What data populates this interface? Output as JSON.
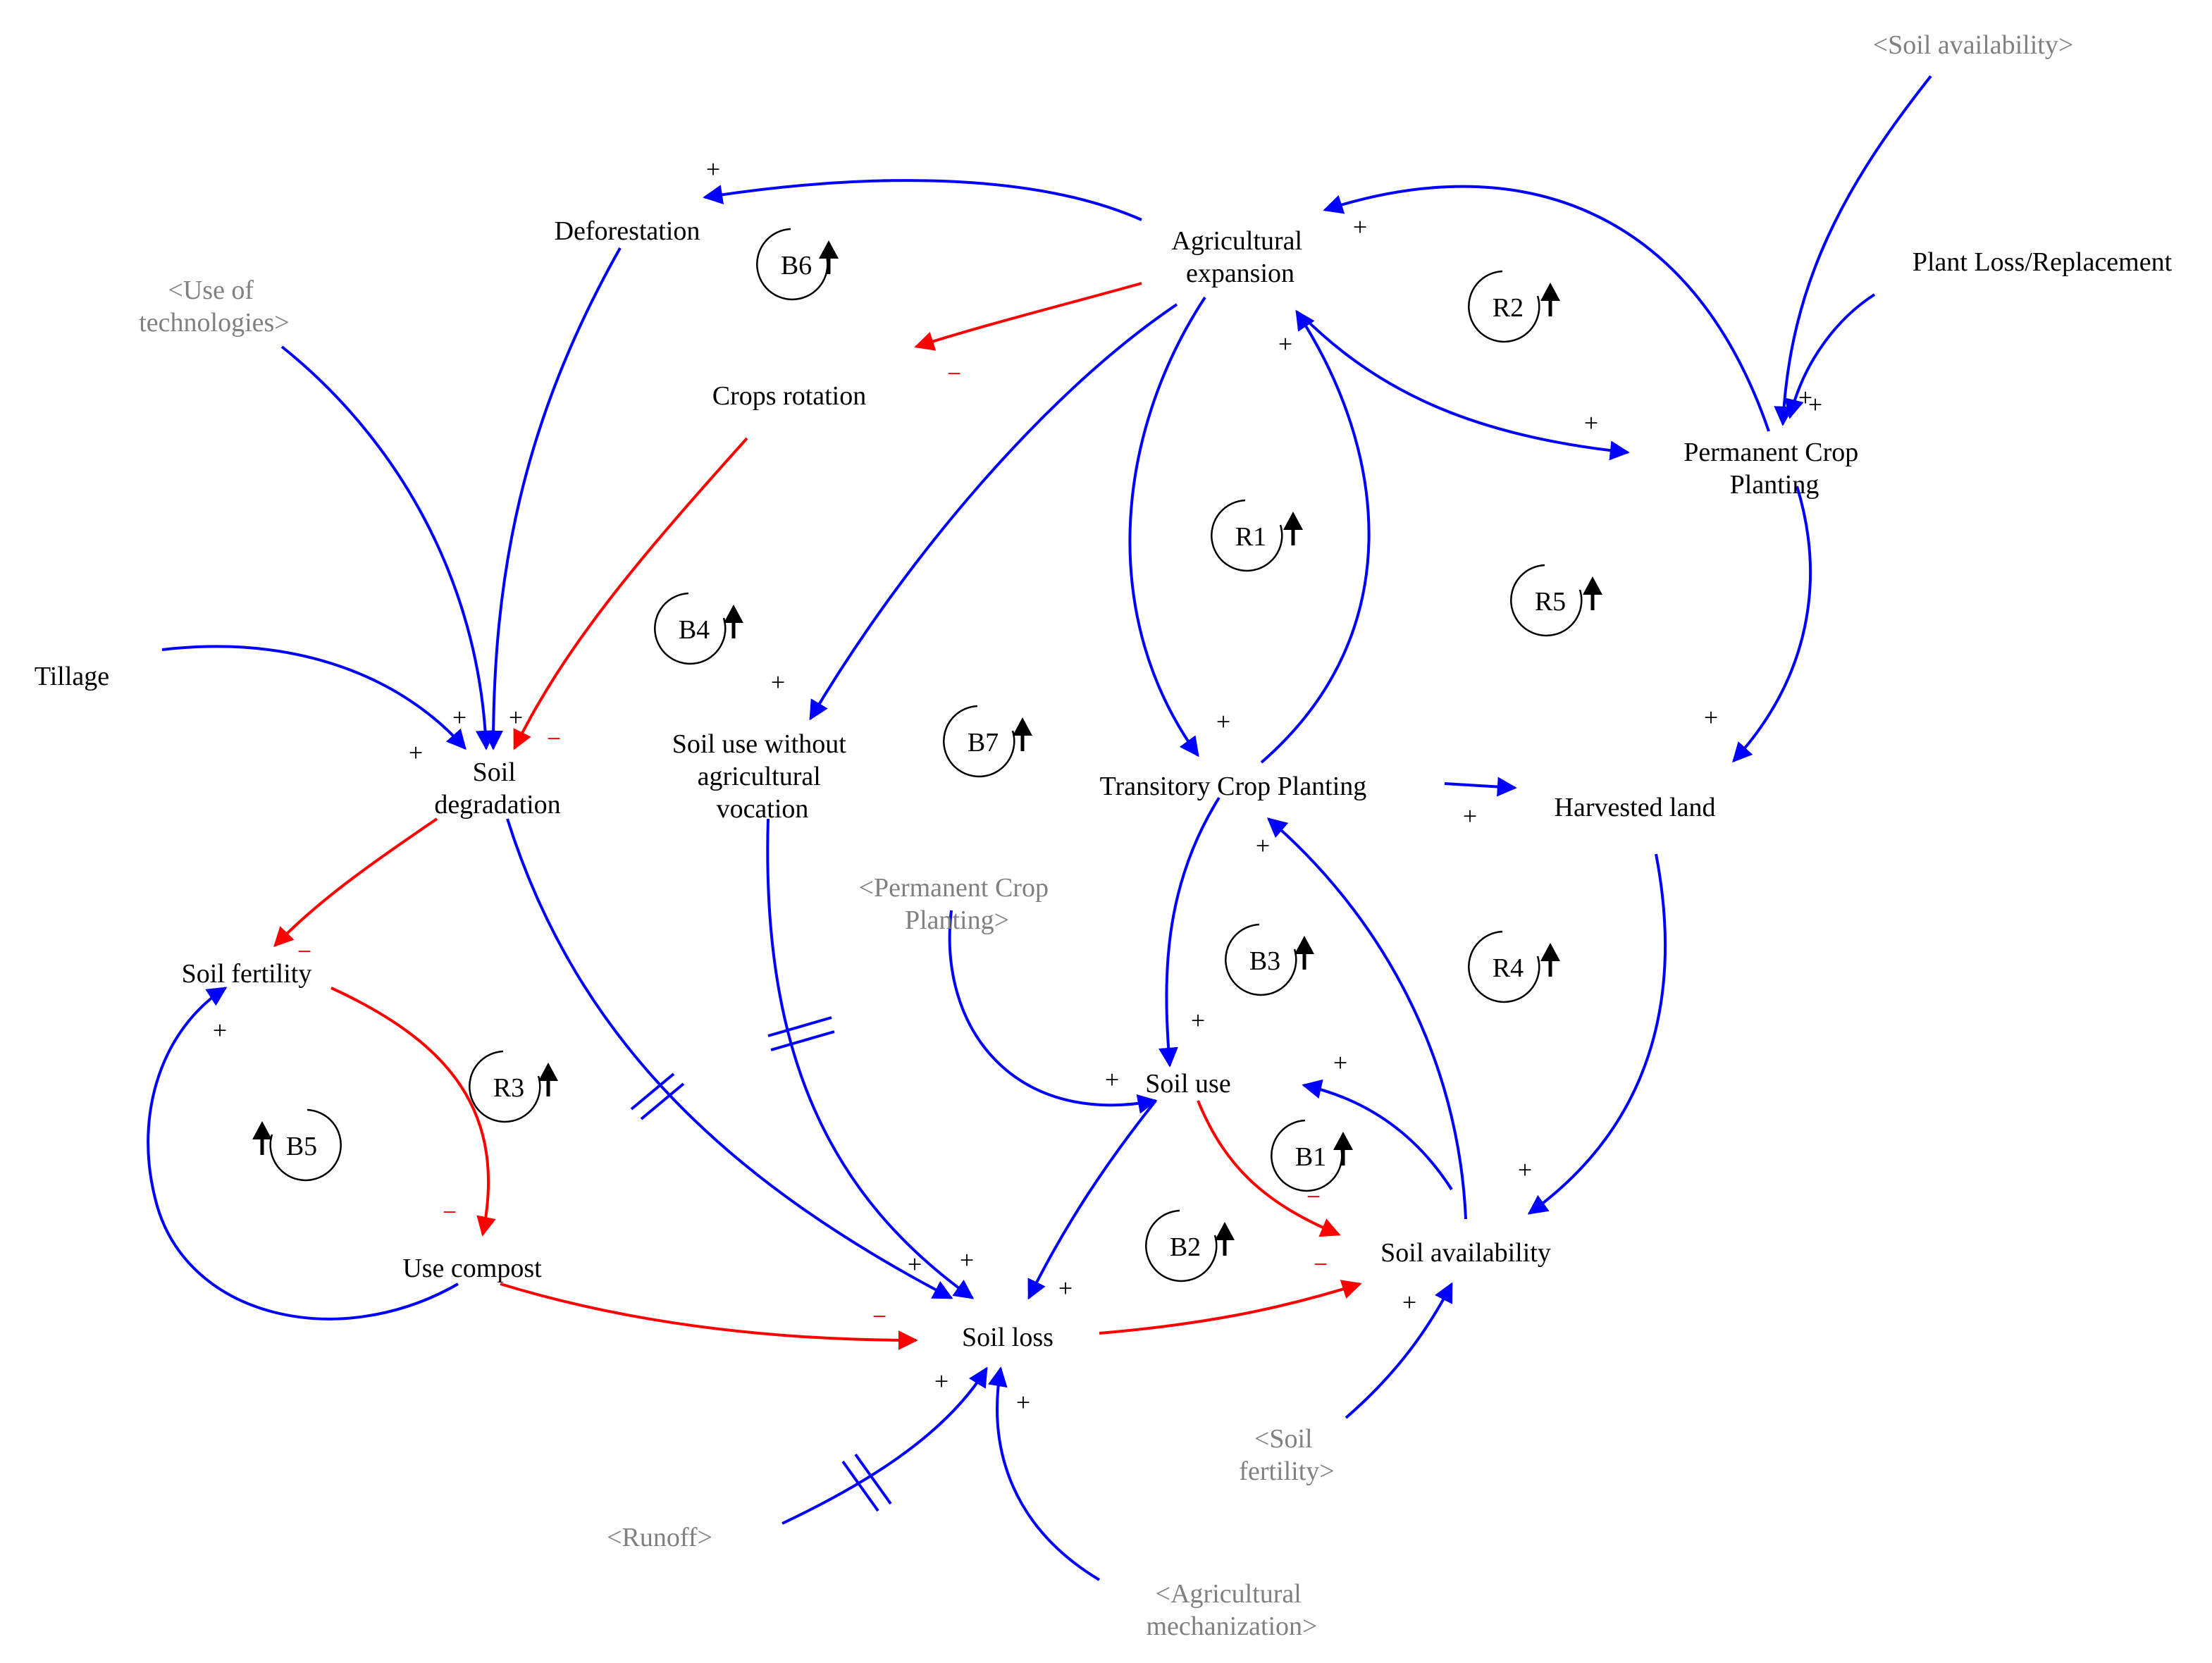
{
  "colors": {
    "positive_link": "#0000ff",
    "negative_link": "#ff0000",
    "variable_text": "#000000",
    "shadow_variable_text": "#808080",
    "loop_marker": "#000000"
  },
  "variables": {
    "soil_availability_shadow_top": "<Soil availability>",
    "deforestation": "Deforestation",
    "agricultural_expansion": [
      "Agricultural",
      "expansion"
    ],
    "plant_loss_replacement": "Plant Loss/Replacement",
    "use_of_technologies_shadow": [
      "<Use of",
      "technologies>"
    ],
    "crops_rotation": "Crops rotation",
    "permanent_crop_planting": [
      "Permanent Crop",
      "Planting"
    ],
    "tillage": "Tillage",
    "soil_degradation": [
      "Soil",
      "degradation"
    ],
    "soil_use_without_agricultural_vocation": [
      "Soil use without",
      "agricultural",
      "vocation"
    ],
    "transitory_crop_planting": "Transitory Crop Planting",
    "harvested_land": "Harvested land",
    "permanent_crop_planting_shadow": [
      "<Permanent Crop",
      "Planting>"
    ],
    "soil_fertility": "Soil fertility",
    "soil_use": "Soil use",
    "use_compost": "Use compost",
    "soil_availability": "Soil availability",
    "soil_loss": "Soil loss",
    "soil_fertility_shadow": [
      "<Soil",
      "fertility>"
    ],
    "runoff_shadow": "<Runoff>",
    "agricultural_mechanization_shadow": [
      "<Agricultural",
      "mechanization>"
    ]
  },
  "loops": {
    "B6": "B6",
    "R2": "R2",
    "R1": "R1",
    "R5": "R5",
    "B4": "B4",
    "B7": "B7",
    "B3": "B3",
    "R4": "R4",
    "R3": "R3",
    "B5": "B5",
    "B1": "B1",
    "B2": "B2"
  },
  "polarity": {
    "plus": "+",
    "minus": "−"
  }
}
